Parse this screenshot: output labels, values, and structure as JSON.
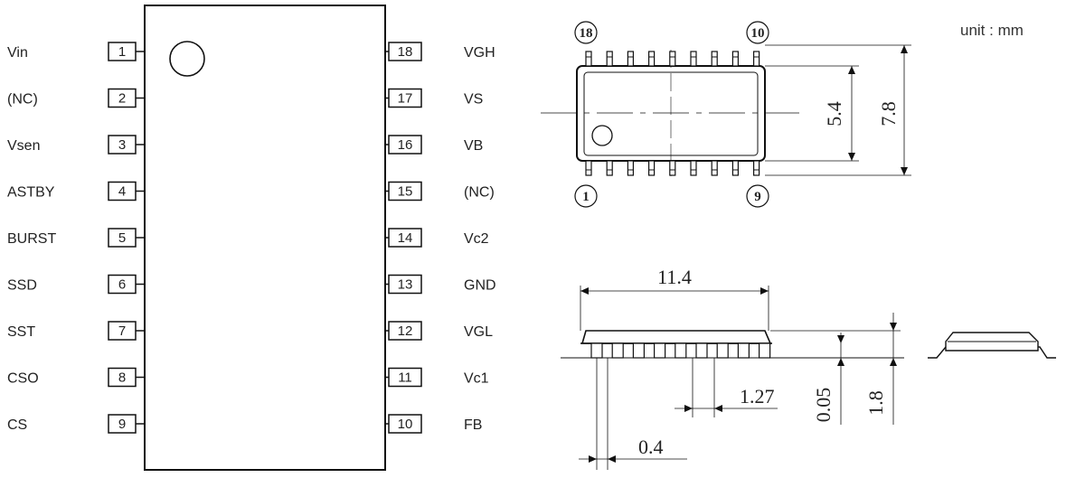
{
  "pinout": {
    "left_pins": [
      {
        "num": "1",
        "label": "Vin"
      },
      {
        "num": "2",
        "label": "(NC)"
      },
      {
        "num": "3",
        "label": "Vsen"
      },
      {
        "num": "4",
        "label": "ASTBY"
      },
      {
        "num": "5",
        "label": "BURST"
      },
      {
        "num": "6",
        "label": "SSD"
      },
      {
        "num": "7",
        "label": "SST"
      },
      {
        "num": "8",
        "label": "CSO"
      },
      {
        "num": "9",
        "label": "CS"
      }
    ],
    "right_pins": [
      {
        "num": "18",
        "label": "VGH"
      },
      {
        "num": "17",
        "label": "VS"
      },
      {
        "num": "16",
        "label": "VB"
      },
      {
        "num": "15",
        "label": "(NC)"
      },
      {
        "num": "14",
        "label": "Vc2"
      },
      {
        "num": "13",
        "label": "GND"
      },
      {
        "num": "12",
        "label": "VGL"
      },
      {
        "num": "11",
        "label": "Vc1"
      },
      {
        "num": "10",
        "label": "FB"
      }
    ]
  },
  "package": {
    "unit_label": "unit : mm",
    "corner_labels": {
      "top_left": "18",
      "top_right": "10",
      "bottom_left": "1",
      "bottom_right": "9"
    },
    "dimensions": {
      "body_width": "5.4",
      "total_width": "7.8",
      "length": "11.4",
      "pitch": "1.27",
      "standoff": "0.05",
      "height": "1.8",
      "lead_width": "0.4"
    }
  }
}
